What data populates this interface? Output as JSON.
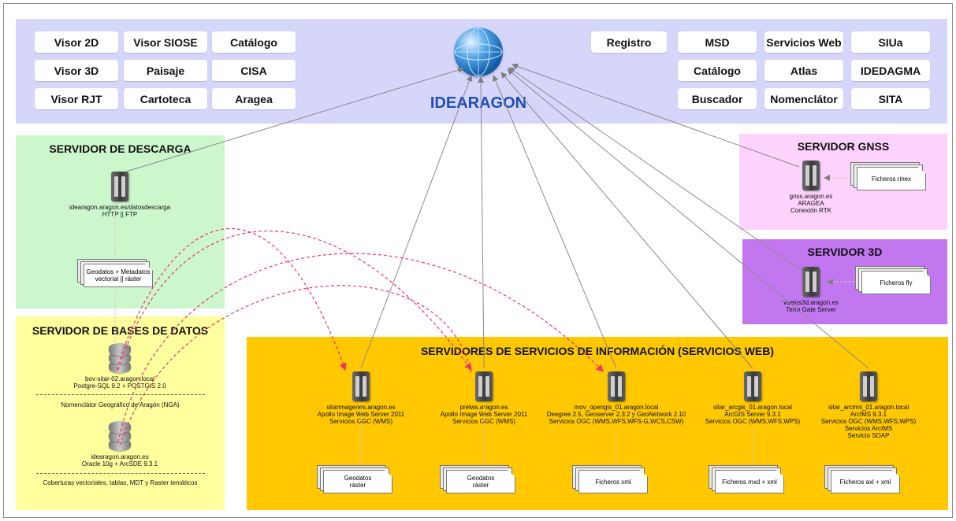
{
  "ideaaragon": {
    "title": "IDEARAGON",
    "left_buttons": [
      "Visor 2D",
      "Visor SIOSE",
      "Catálogo",
      "Visor 3D",
      "Paisaje",
      "CISA",
      "Visor RJT",
      "Cartoteca",
      "Aragea"
    ],
    "right_buttons": [
      "Registro",
      "MSD",
      "Servicios Web",
      "SIUa",
      "Catálogo",
      "Atlas",
      "IDEDAGMA",
      "Buscador",
      "Nomenclátor",
      "SITA"
    ]
  },
  "descarga": {
    "title": "SERVIDOR DE DESCARGA",
    "server_label": "idearagon.aragon.es/datosdescarga\nHTTP || FTP",
    "doc_label": "Geodatos + Metadatos\nvectorial || ráster"
  },
  "bases_datos": {
    "title": "SERVIDOR DE BASES DE DATOS",
    "db1_label": "bov-sitar-02.aragon.local\nPostgre-SQL 9.2 + POSTGIS 2.0",
    "db1_caption": "Nomenclátor Geográfico de Aragón (NGA)",
    "db2_label": "idearagon.aragon.es\nOracle 10g + ArcSDE 9.3.1",
    "db2_caption": "Coberturas vectoriales, tablas, MDT y Raster temáticos"
  },
  "gnss": {
    "title": "SERVIDOR GNSS",
    "server_label": "gnss.aragon.es\nARAGEA\nConexión RTK",
    "doc_label": "Ficheros rinex"
  },
  "s3d": {
    "title": "SERVIDOR 3D",
    "server_label": "vuelos3d.aragon.es\nTerra Gate Server",
    "doc_label": "Ficheros fly"
  },
  "servicios": {
    "title": "SERVIDORES DE SERVICIOS DE INFORMACIÓN (SERVICIOS WEB)",
    "nodes": [
      {
        "label": "sitarimagenes.aragon.es\nApollo Image Web Server 2011\nServicios OGC (WMS)",
        "doc": "Geodatos\nráster"
      },
      {
        "label": "prelws.aragon.es\nApollo Image Web Server 2011\nServicios OGC (WMS)",
        "doc": "Geodatos\nráster"
      },
      {
        "label": "mov_opengis_01.aragon.local\nDeegree 2.5, Geoserver 2.3.2 y GeoNetwork 2.10\nServicios OGC (WMS,WFS,WFS-G,WCS,CSW)",
        "doc": "Ficheros xml"
      },
      {
        "label": "sitar_arcgis_01.aragon.local\nArcGIS Server 9.3.1\nServicios OGC (WMS,WFS,WPS)",
        "doc": "Ficheros mxd + xml"
      },
      {
        "label": "sitar_arcims_01.aragon.local\nArcIMS 9.3.1\nServicios OGC (WMS,WFS,WPS)\nServicios ArcIMS\nServicio SOAP",
        "doc": "Ficheros axl + xml"
      }
    ]
  },
  "colors": {
    "idearagon_bg": "#d6d6fb",
    "descarga_bg": "#ccf7cc",
    "bases_bg": "#ffff9e",
    "gnss_bg": "#fdd2fd",
    "s3d_bg": "#c277f0",
    "servicios_bg": "#ffc800",
    "title_blue": "#1f4eb4",
    "dashed_red": "#f0356a"
  }
}
